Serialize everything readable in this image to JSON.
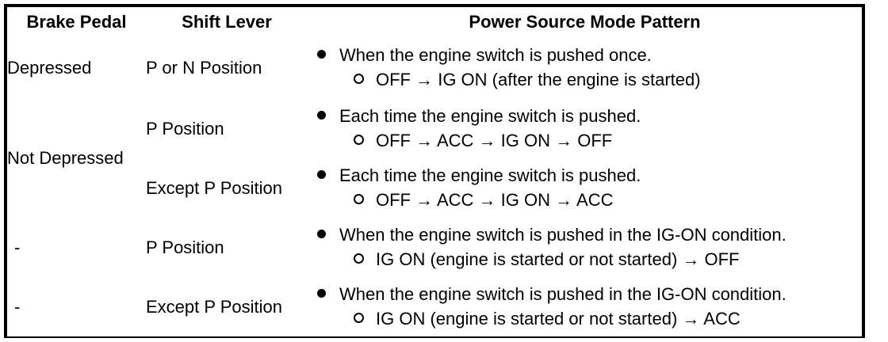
{
  "table": {
    "headers": {
      "brake_pedal": "Brake Pedal",
      "shift_lever": "Shift Lever",
      "power_source_mode_pattern": "Power Source Mode Pattern"
    },
    "rows": [
      {
        "brake_pedal": "Depressed",
        "shift_lever": "P or N Position",
        "pattern_primary": "When the engine switch is pushed once.",
        "pattern_secondary": "OFF → IG ON (after the engine is started)"
      },
      {
        "brake_pedal": "Not Depressed",
        "shift_lever": "P Position",
        "pattern_primary": "Each time the engine switch is pushed.",
        "pattern_secondary": "OFF → ACC → IG ON → OFF"
      },
      {
        "brake_pedal": "",
        "shift_lever": "Except P Position",
        "pattern_primary": "Each time the engine switch is pushed.",
        "pattern_secondary": "OFF → ACC → IG ON → ACC"
      },
      {
        "brake_pedal": "-",
        "shift_lever": "P Position",
        "pattern_primary": "When the engine switch is pushed in the IG-ON condition.",
        "pattern_secondary": "IG ON (engine is started or not started) → OFF"
      },
      {
        "brake_pedal": "-",
        "shift_lever": "Except P Position",
        "pattern_primary": "When the engine switch is pushed in the IG-ON condition.",
        "pattern_secondary": "IG ON (engine is started or not started) → ACC"
      }
    ],
    "markers": {
      "primary_bullet": "filled-disc-bullet",
      "secondary_bullet": "hollow-circle-bullet"
    },
    "colors": {
      "border": "#000000",
      "background": "#ffffff",
      "text": "#000000"
    }
  }
}
